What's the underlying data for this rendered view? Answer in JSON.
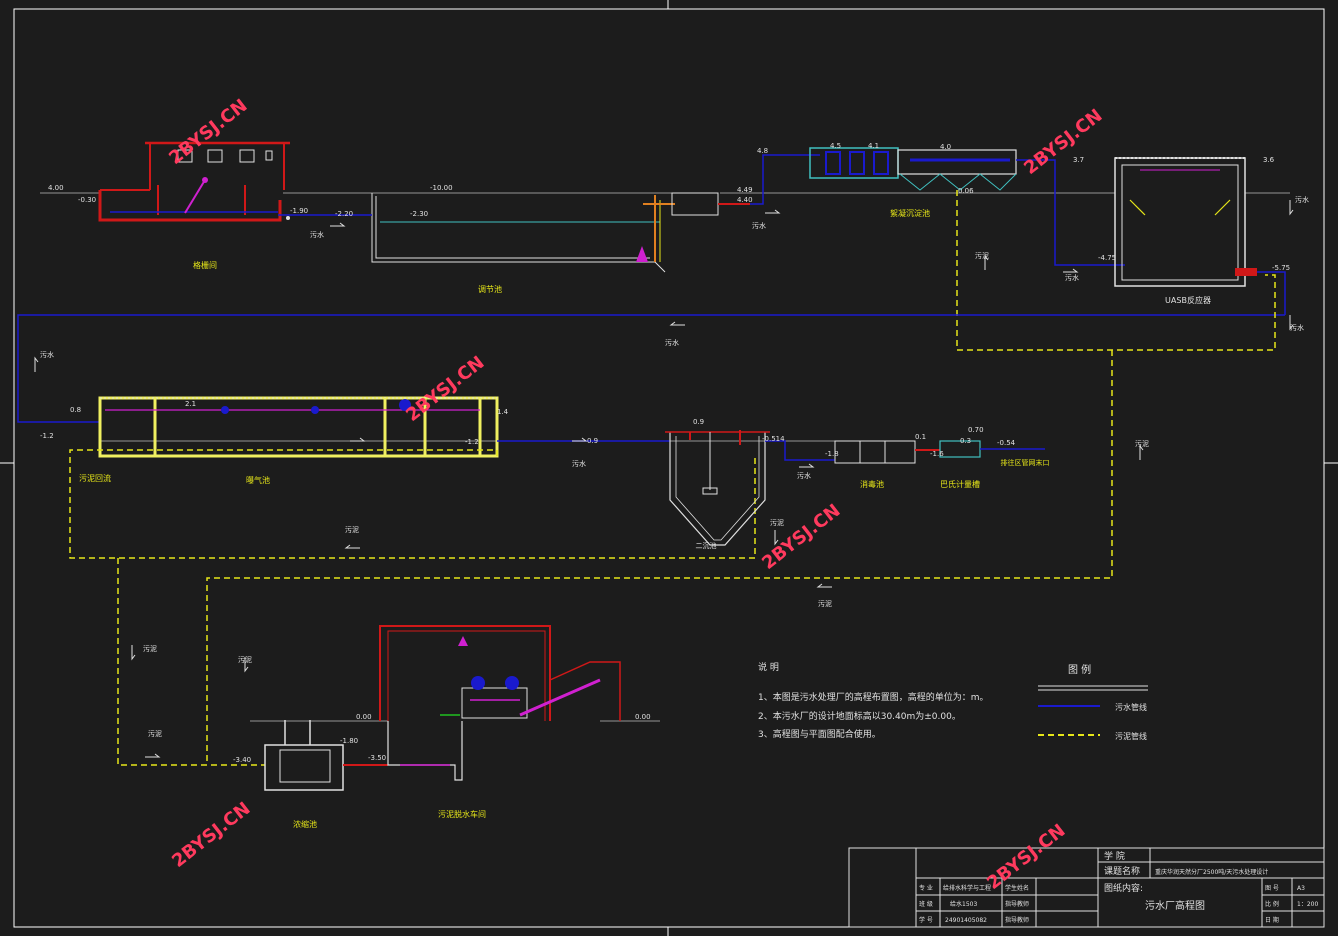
{
  "labels": {
    "grit": "格栅间",
    "reg": "调节池",
    "sed1": "絮凝沉淀池",
    "uasb": "UASB反应器",
    "aer": "曝气池",
    "sed2": "二沉池",
    "dis": "消毒池",
    "meter": "巴氏计量槽",
    "out": "排往区管网末口",
    "back": "污泥回流",
    "sthick": "浓缩池",
    "dewater": "污泥脱水车间"
  },
  "flow": {
    "sewage": "污水",
    "sludge": "污泥"
  },
  "elev": {
    "e1": "4.00",
    "e2": "-0.30",
    "e3": "-1.90",
    "e4": "-2.20",
    "e5": "-2.30",
    "e6": "-10.00",
    "e7": "4.49",
    "e8": "4.40",
    "e9": "4.8",
    "e10": "4.5",
    "e11": "4.1",
    "e12": "4.0",
    "e13": "0.06",
    "e14": "3.7",
    "e15": "3.6",
    "e16": "-4.75",
    "e17": "-5.75",
    "e18": "0.8",
    "e19": "-1.2",
    "e20": "2.1",
    "e21": "1.4",
    "e22": "-1.2",
    "e23": "0.9",
    "e24": "0.9",
    "e25": "-0.514",
    "e26": "-1.8",
    "e27": "0.1",
    "e28": "0.70",
    "e29": "0.3",
    "e30": "-1.6",
    "e31": "-0.54",
    "e32": "0.00",
    "e33": "0.00",
    "e34": "-1.80",
    "e35": "-3.40",
    "e36": "-3.50"
  },
  "notes": {
    "title": "说  明",
    "n1": "1、本图是污水处理厂的高程布置图，高程的单位为：m。",
    "n2": "2、本污水厂的设计地面标高以30.40m为±0.00。",
    "n3": "3、高程图与平面图配合使用。"
  },
  "legend": {
    "title": "图  例",
    "sewage": "污水管线",
    "sludge": "污泥管线"
  },
  "titleblock": {
    "school_k": "学  院",
    "course_k": "课题名称",
    "course_v": "重庆华润天然分厂2500吨/天污水处理设计",
    "content_k": "图纸内容:",
    "content_v": "污水厂高程图",
    "sheet_k": "图 号",
    "sheet_v": "A3",
    "scale_k": "比 例",
    "scale_v": "1：200",
    "date_k": "日 期",
    "major_k": "专 业",
    "major_v": "给排水科学与工程",
    "student_k": "学生姓名",
    "class_k": "班 级",
    "class_v": "给水1503",
    "teacher_k": "指导教师",
    "id_k": "学 号",
    "id_v": "24901405082",
    "review_k": "指导教师"
  },
  "watermark": "2BYSJ.CN",
  "colors": {
    "bg": "#1c1c1c",
    "frame": "#ffffff",
    "sewage": "#1a1acd",
    "sludge": "#e6e619",
    "tank": "#e0e0e0",
    "wall_red": "#d01818",
    "aer_wall": "#f0f060",
    "water": "#40c0c0",
    "magenta": "#d020d0",
    "orange": "#e08020",
    "watermark": "#ff3a5e"
  }
}
